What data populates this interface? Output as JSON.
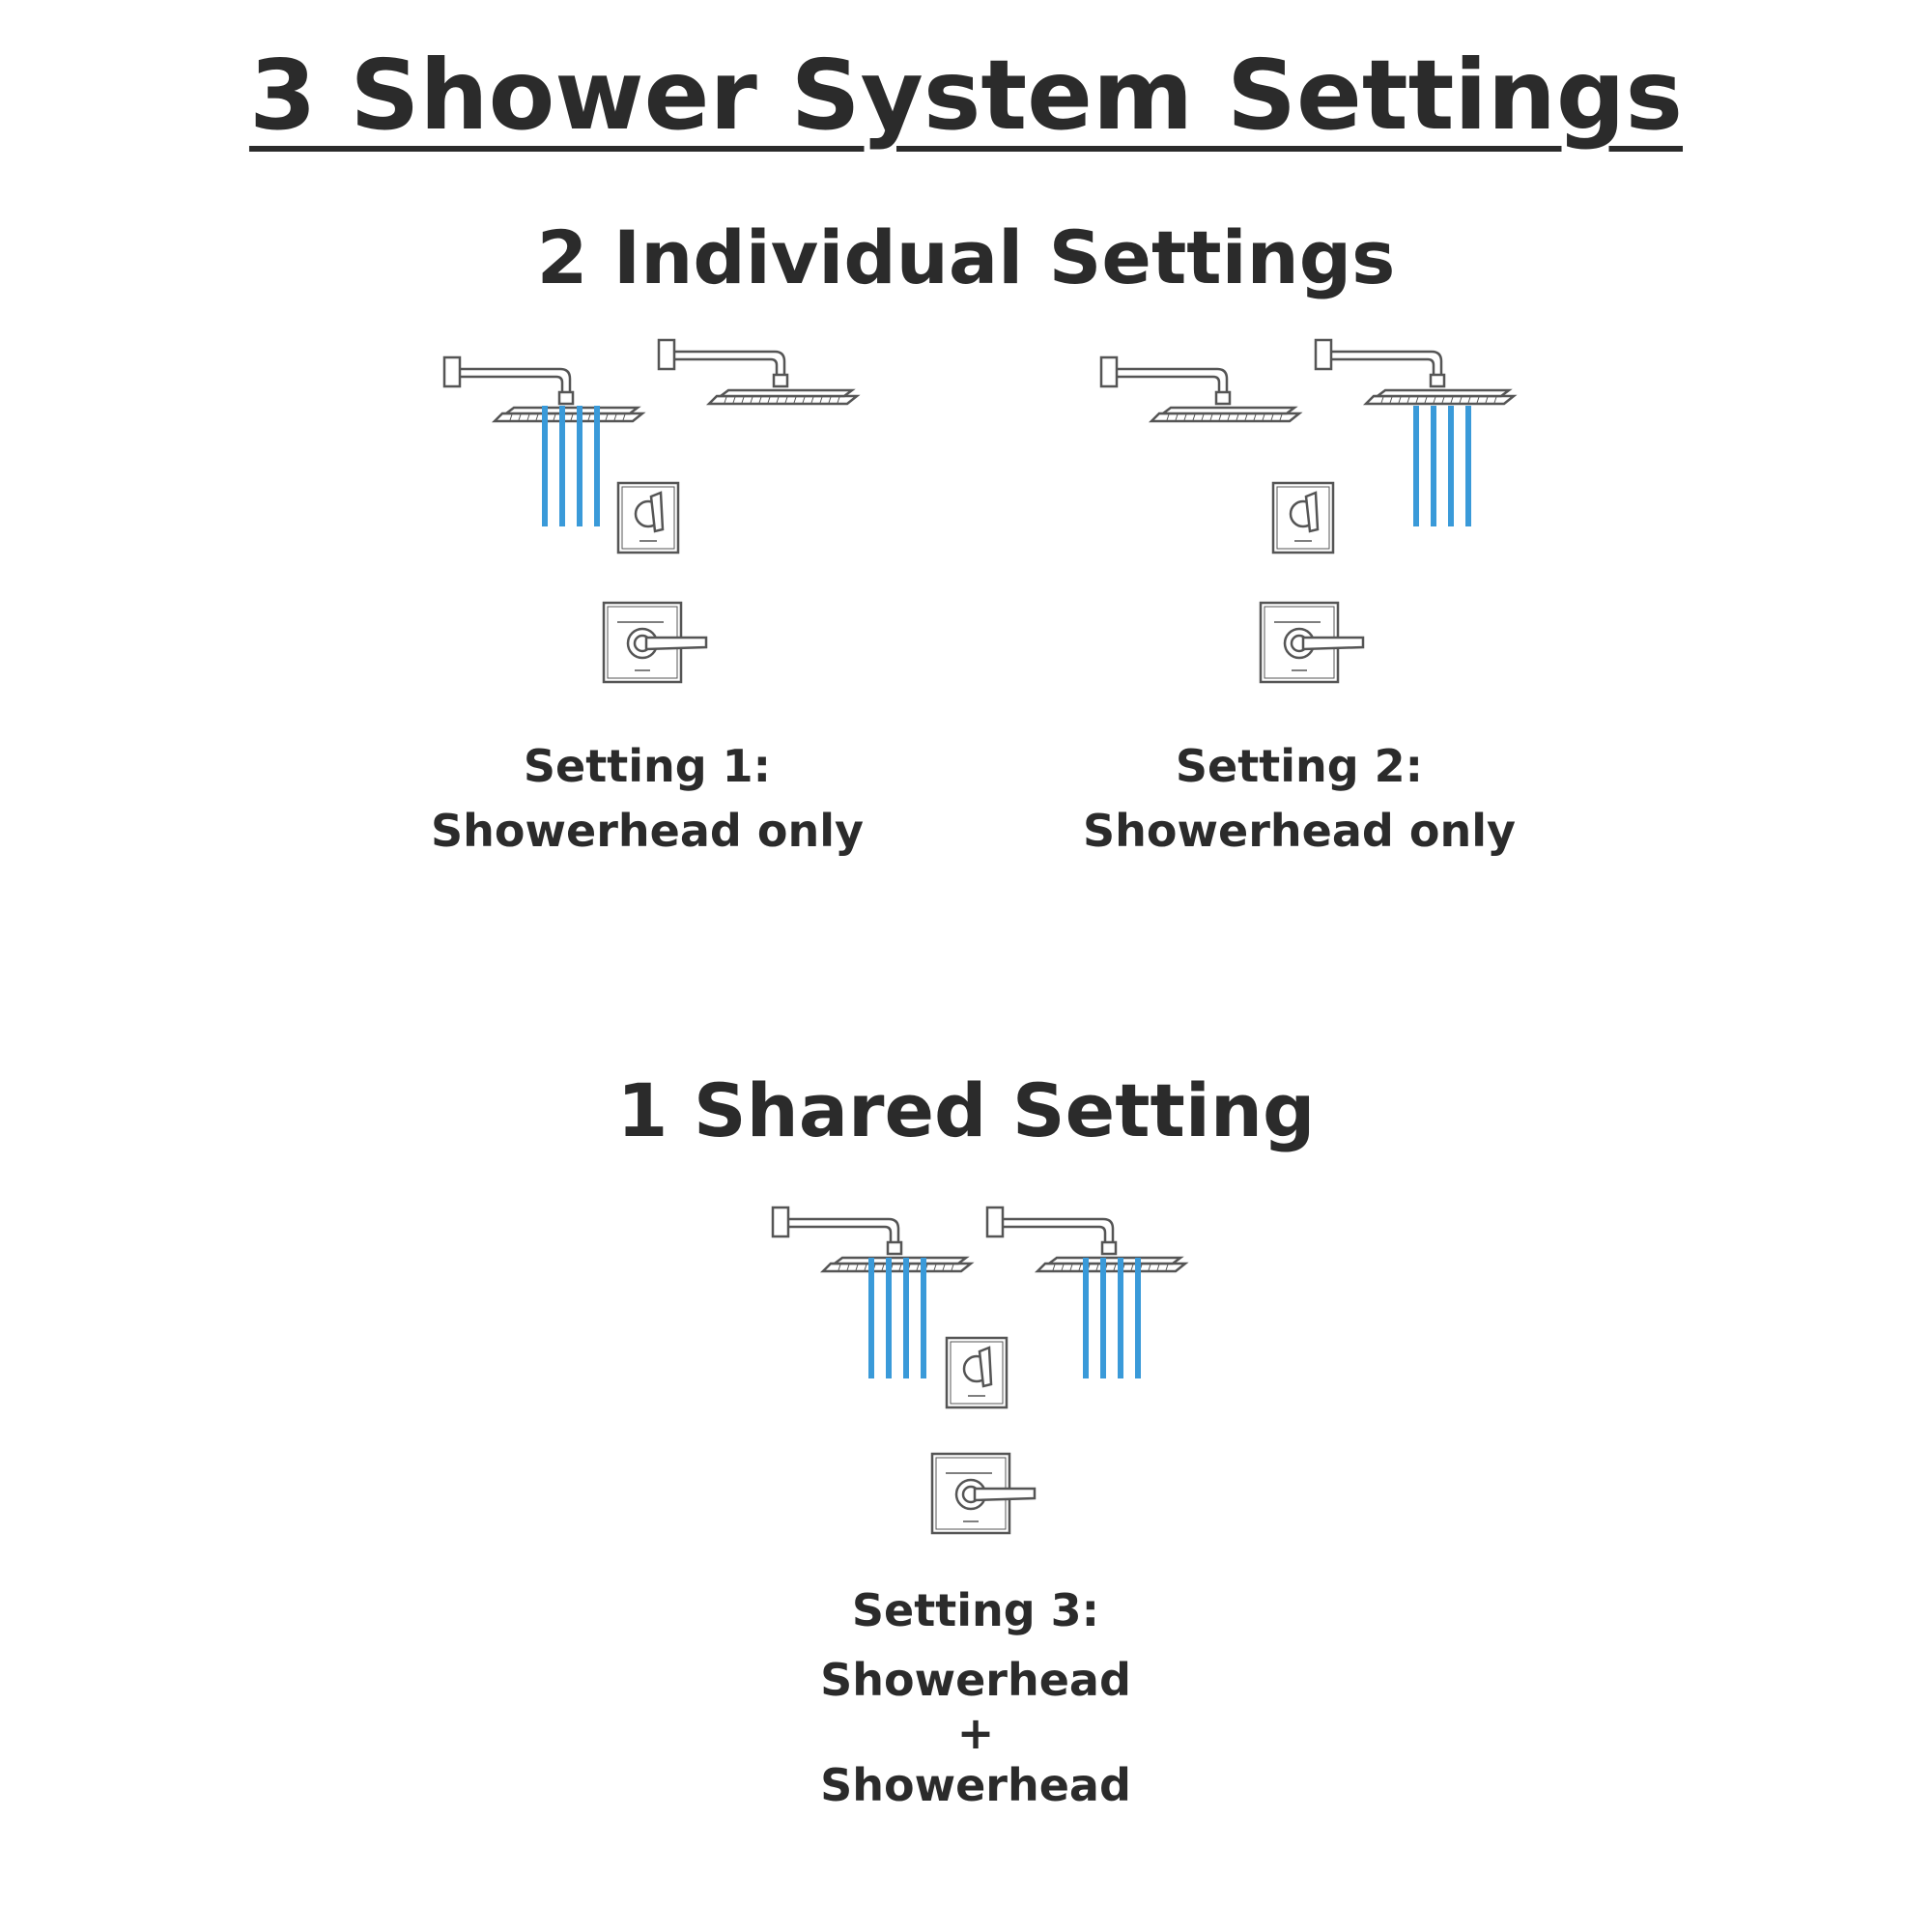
{
  "title": "3 Shower System Settings",
  "sections": {
    "individual": {
      "heading": "2 Individual Settings",
      "settings": [
        {
          "label": "Setting 1:",
          "desc": "Showerhead only",
          "active_showerheads": [
            1
          ]
        },
        {
          "label": "Setting 2:",
          "desc": "Showerhead only",
          "active_showerheads": [
            2
          ]
        }
      ]
    },
    "shared": {
      "heading": "1 Shared Setting",
      "setting": {
        "label": "Setting 3:",
        "line1": "Showerhead",
        "plus": "+",
        "line2": "Showerhead",
        "active_showerheads": [
          1,
          2
        ]
      }
    }
  },
  "colors": {
    "water": "#3a9ad9",
    "text": "#2b2b2b",
    "fixture": "#555555"
  },
  "icons": [
    "showerhead-icon",
    "diverter-valve-icon",
    "shower-valve-trim-icon",
    "water-spray-icon"
  ]
}
